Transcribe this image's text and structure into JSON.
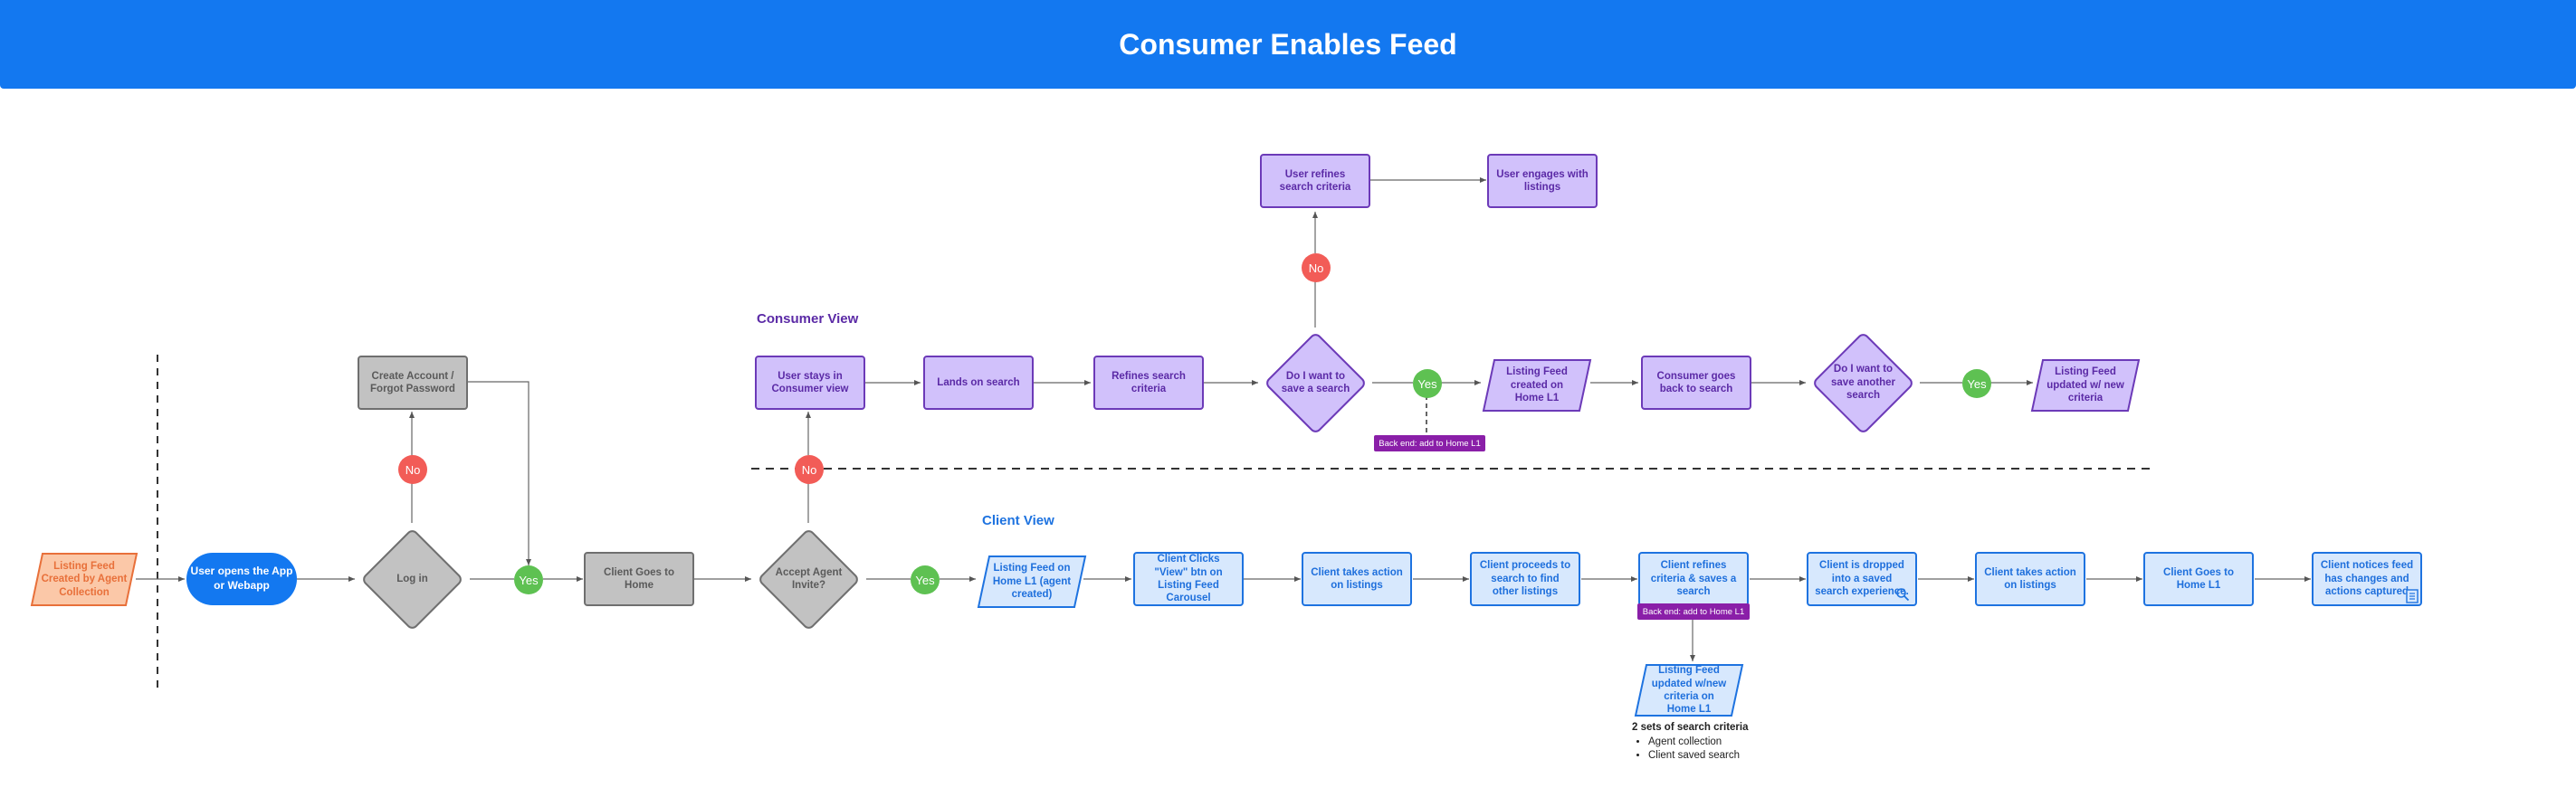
{
  "title": "Consumer Enables Feed",
  "sections": {
    "consumer_view": "Consumer View",
    "client_view": "Client View"
  },
  "colors": {
    "header": "#1378f0",
    "consumer_node": "#d1c1fb",
    "client_node": "#d7e8fd",
    "neutral_node": "#c2c2c2",
    "yes": "#5ec152",
    "no": "#f25c57",
    "backend_tag": "#8a1fa8",
    "start_node": "#fbc8a8"
  },
  "nodes": {
    "listing_feed_agent": "Listing Feed Created by Agent Collection",
    "user_opens_app": "User opens the App or Webapp",
    "log_in": "Log in",
    "create_account": "Create Account / Forgot Password",
    "client_goes_home": "Client Goes to Home",
    "accept_invite": "Accept Agent Invite?",
    "user_stays_consumer": "User stays in Consumer view",
    "lands_on_search": "Lands on search",
    "refines_search": "Refines search criteria",
    "want_save_search": "Do I want to save a search",
    "user_refines_criteria": "User refines search criteria",
    "user_engages_listings": "User engages with listings",
    "feed_created_home": "Listing Feed created on Home L1",
    "consumer_back_search": "Consumer goes back to search",
    "save_another_search": "Do I want to save another search",
    "feed_updated_new_criteria": "Listing Feed updated w/ new criteria",
    "client_feed_home": "Listing Feed on Home L1 (agent created)",
    "client_clicks_view": "Client Clicks \"View\" btn on Listing Feed Carousel",
    "client_action_1": "Client takes action on listings",
    "client_proceeds": "Client proceeds to search to find other listings",
    "client_refines_saves": "Client refines criteria & saves a search",
    "client_dropped": "Client is dropped into a saved search experience.",
    "client_action_2": "Client takes action on listings",
    "client_goes_home_l1": "Client Goes to Home L1",
    "client_notices": "Client notices feed has changes and actions captured",
    "client_feed_updated": "Listing Feed updated w/new criteria on Home L1"
  },
  "decisions": {
    "yes": "Yes",
    "no": "No"
  },
  "backend_tags": {
    "consumer": "Back end: add to Home L1",
    "client": "Back end: add to Home L1"
  },
  "notes": {
    "title": "2 sets of search criteria",
    "items": [
      "Agent collection",
      "Client saved search"
    ]
  },
  "icons": [
    "search-icon",
    "document-icon"
  ]
}
